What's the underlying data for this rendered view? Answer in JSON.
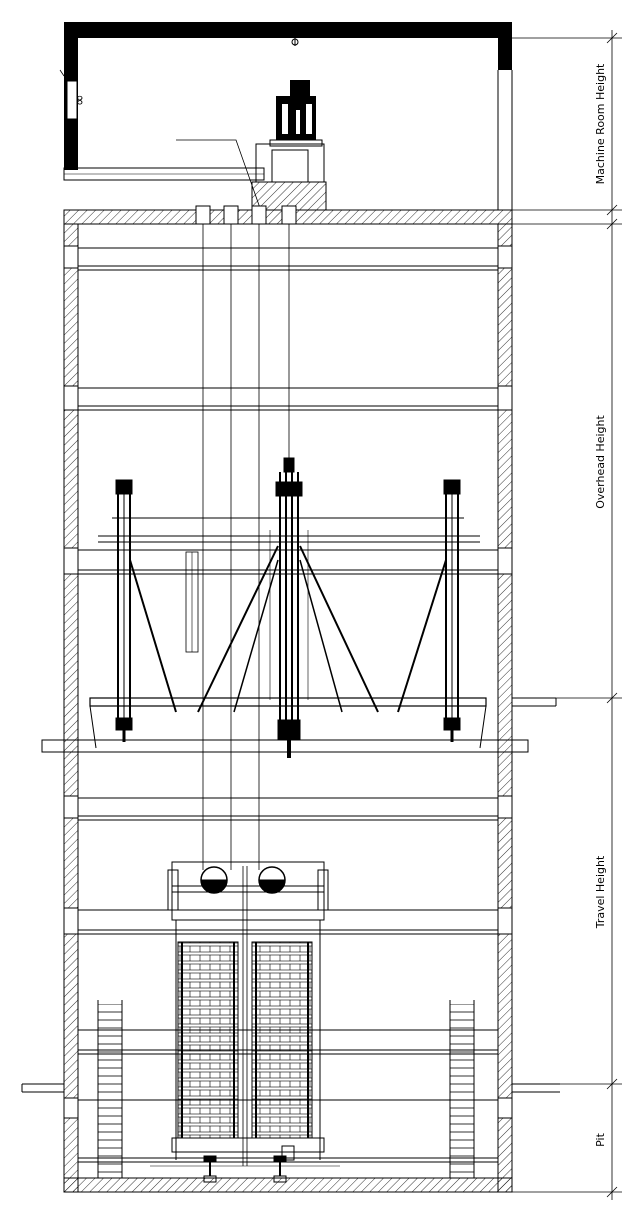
{
  "dimensions": {
    "machine_room_height": "Machine Room Height",
    "overhead_height": "Overhead Height",
    "travel_height": "Travel Height",
    "pit": "Pit"
  },
  "colors": {
    "line": "#000000",
    "hatch": "#000000",
    "background": "#ffffff"
  }
}
